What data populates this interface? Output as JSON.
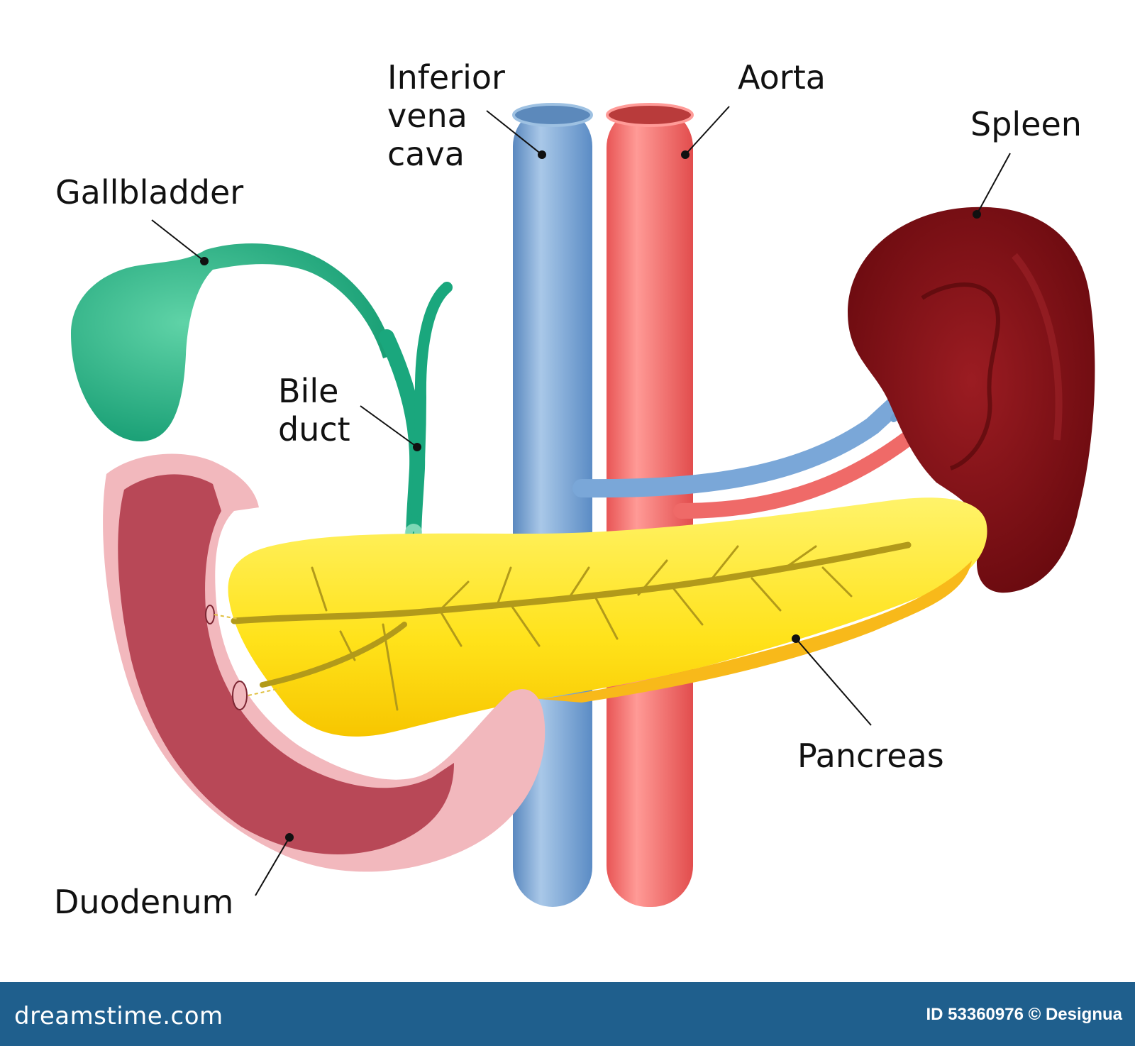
{
  "labels": {
    "ivc": [
      "Inferior",
      "vena",
      "cava"
    ],
    "aorta": "Aorta",
    "spleen": "Spleen",
    "gallbladder": "Gallbladder",
    "bile_duct": [
      "Bile",
      "duct"
    ],
    "pancreas": "Pancreas",
    "duodenum": "Duodenum"
  },
  "footer": {
    "brand": "dreamstime.com",
    "credit": "ID 53360976 © Designua"
  },
  "colors": {
    "vein": "#6f9fd0",
    "artery": "#ef6a68",
    "gallbladder": "#1aa77d",
    "pancreas": "#ffe21f",
    "spleen": "#7a0d12",
    "duodenum": "#b84857",
    "footer": "#1f5f8d"
  }
}
